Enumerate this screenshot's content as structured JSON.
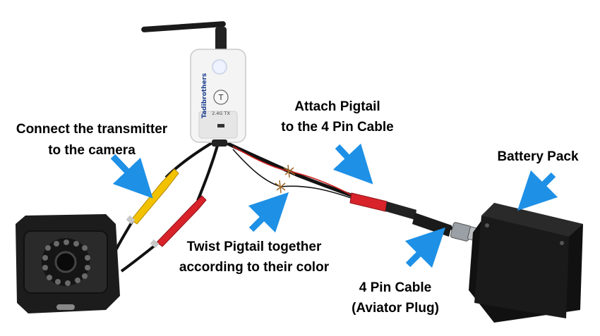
{
  "labels": {
    "connect_line1": "Connect the transmitter",
    "connect_line2": "to the camera",
    "attach_line1": "Attach Pigtail",
    "attach_line2": "to the 4 Pin Cable",
    "battery": "Battery Pack",
    "twist_line1": "Twist Pigtail together",
    "twist_line2": "according to their color",
    "cable_line1": "4 Pin Cable",
    "cable_line2": "(Aviator Plug)"
  },
  "transmitter": {
    "brand": "Tadibrothers",
    "badge": "T",
    "model": "2.4G TX"
  },
  "colors": {
    "arrow": "#1e90e6",
    "rca_yellow": "#f2c200",
    "rca_red": "#d8232a",
    "cable": "#111111",
    "device_body": "#f4f4f4",
    "battery_body": "#1a1a1a"
  }
}
